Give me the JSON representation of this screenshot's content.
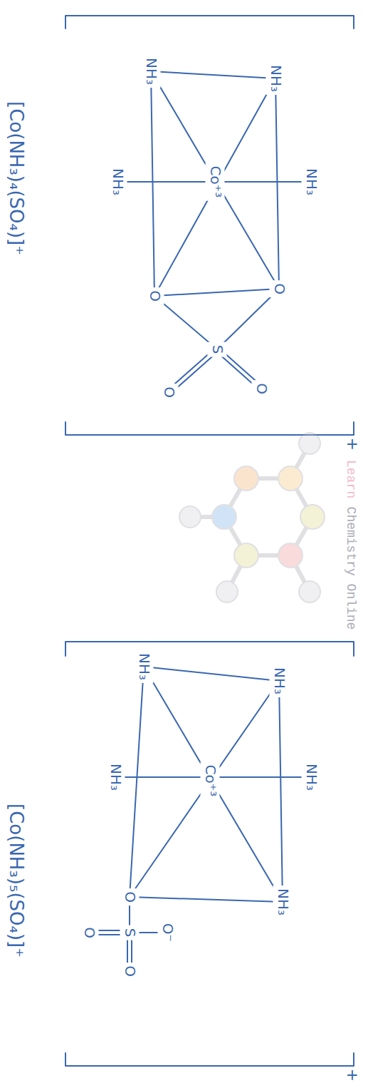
{
  "diagram": {
    "labels": [
      "NH₃",
      "NH₃",
      "NH₃",
      "NH₃",
      "Co⁺³",
      "O",
      "O",
      "S",
      "O",
      "O",
      "+",
      "[Co(NH₃)₄(SO₄)]⁺",
      "Learn",
      "Chemistry Online",
      "NH₃",
      "NH₃",
      "NH₃",
      "NH₃",
      "NH₃",
      "Co⁺³",
      "O",
      "S",
      "O⁻",
      "O",
      "O",
      "+",
      "[Co(NH₃)₅(SO₄)]⁺"
    ]
  }
}
